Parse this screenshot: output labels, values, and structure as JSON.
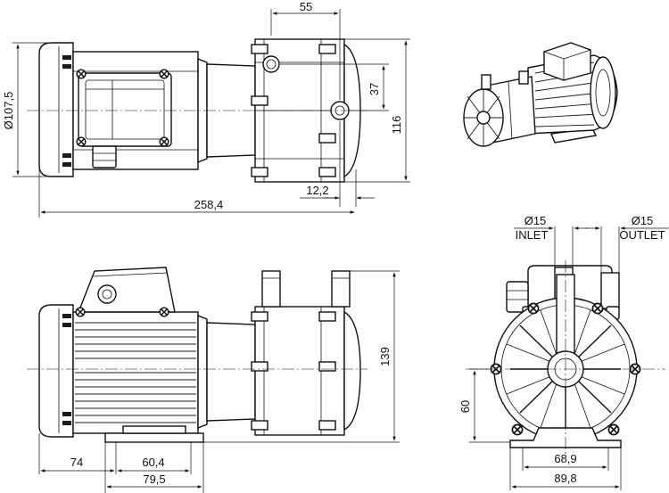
{
  "top_view": {
    "dimensions": {
      "diameter": "Ø107,5",
      "width_55": "55",
      "height_37": "37",
      "height_116": "116",
      "offset_12_2": "12,2",
      "length_258_4": "258,4"
    }
  },
  "side_view": {
    "dimensions": {
      "height_139": "139",
      "d74": "74",
      "d60_4": "60,4",
      "d79_5": "79,5"
    }
  },
  "front_view": {
    "inlet": {
      "diameter": "Ø15",
      "label": "INLET"
    },
    "outlet": {
      "diameter": "Ø15",
      "label": "OUTLET"
    },
    "dimensions": {
      "height_60": "60",
      "d68_9": "68,9",
      "d89_8": "89,8"
    }
  },
  "colors": {
    "line": "#111111",
    "background": "#ffffff"
  }
}
